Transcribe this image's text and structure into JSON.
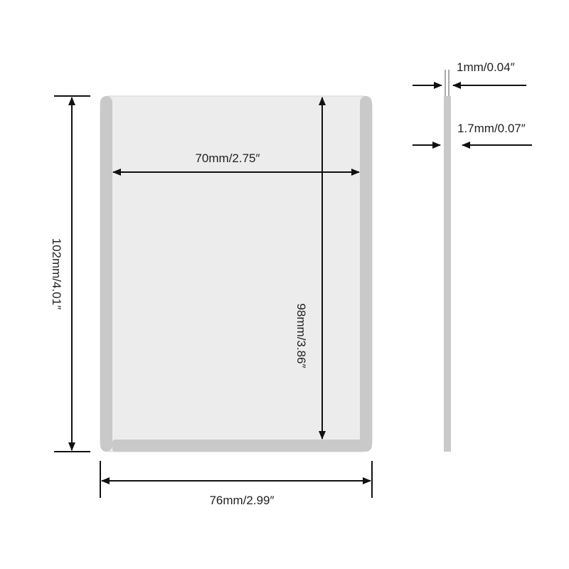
{
  "dimensions": {
    "outer_height": "102mm/4.01″",
    "inner_height": "98mm/3.86″",
    "inner_width": "70mm/2.75″",
    "outer_width": "76mm/2.99″",
    "thickness_inner": "1mm/0.04″",
    "thickness_outer": "1.7mm/0.07″"
  },
  "colors": {
    "sleeve_fill": "#ececec",
    "sleeve_edge": "#c9c9c9",
    "sleeve_outline": "#d6d6d6",
    "arrow": "#111111",
    "text": "#222222"
  }
}
